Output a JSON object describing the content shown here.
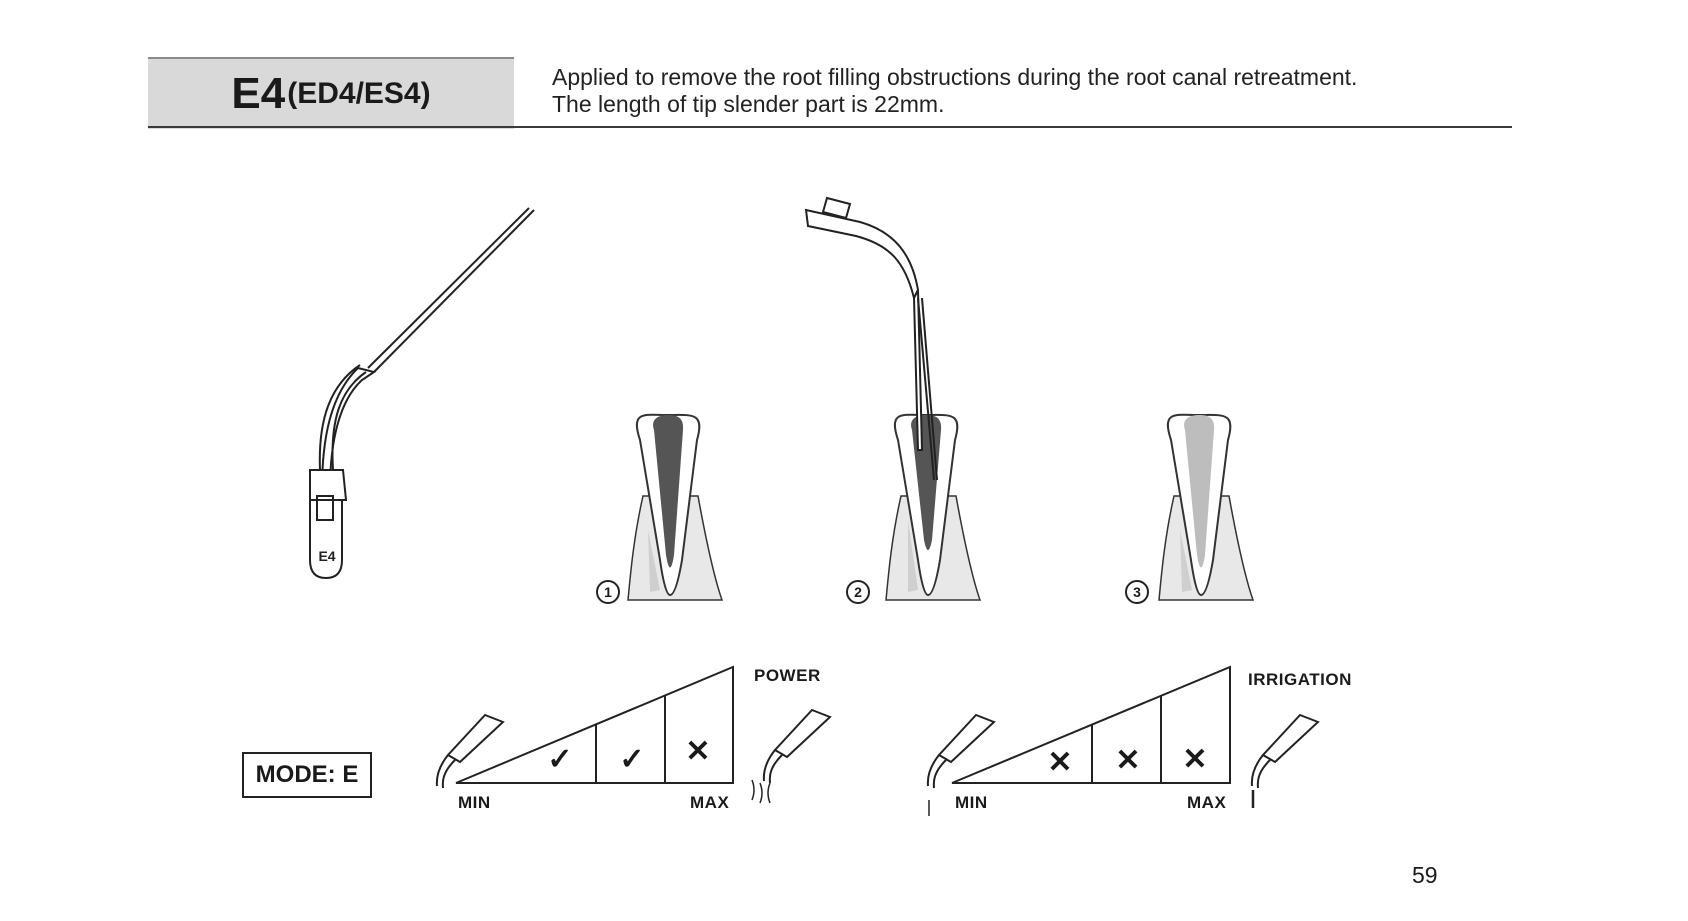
{
  "header": {
    "model": "E4",
    "variants": "(ED4/ES4)",
    "description_line1": "Applied to remove the root filling obstructions during the root canal retreatment.",
    "description_line2": "The length of tip slender part is 22mm."
  },
  "tip_label": "E4",
  "steps": [
    "1",
    "2",
    "3"
  ],
  "mode": "MODE: E",
  "power_scale": {
    "title": "POWER",
    "min": "MIN",
    "max": "MAX",
    "marks": [
      "✓",
      "✓",
      "✕"
    ]
  },
  "irrigation_scale": {
    "title": "IRRIGATION",
    "min": "MIN",
    "max": "MAX",
    "marks": [
      "✕",
      "✕",
      "✕"
    ]
  },
  "page_number": "59",
  "colors": {
    "text": "#1a1a1a",
    "header_bg": "#d9d9d9",
    "filling_dark": "#555555",
    "filling_light": "#bdbdbd"
  }
}
